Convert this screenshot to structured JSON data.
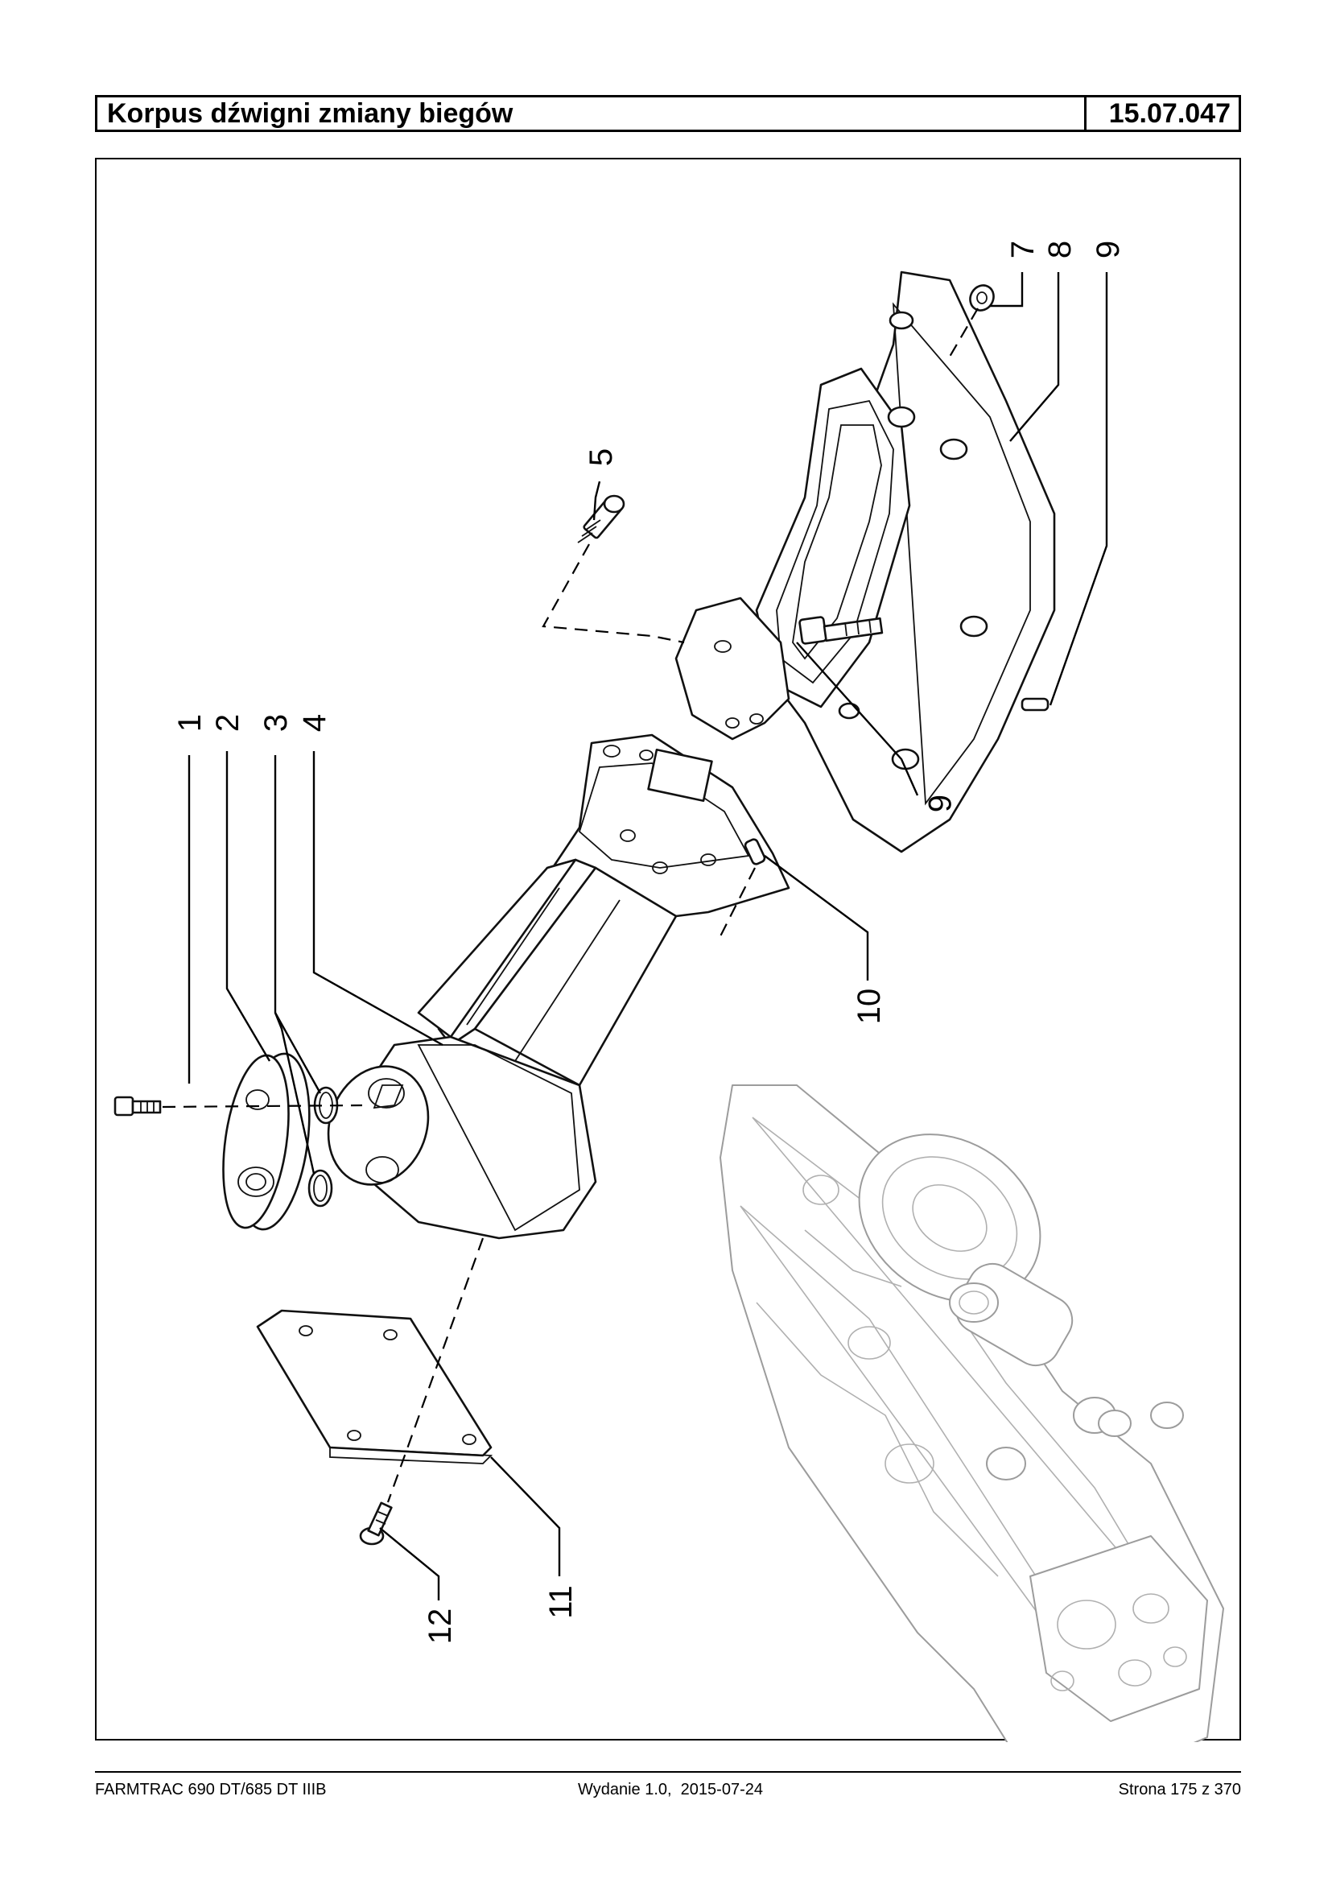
{
  "header": {
    "title": "Korpus dźwigni zmiany biegów",
    "code": "15.07.047"
  },
  "diagram": {
    "callouts": [
      {
        "id": "c1",
        "label": "1"
      },
      {
        "id": "c2",
        "label": "2"
      },
      {
        "id": "c3",
        "label": "3"
      },
      {
        "id": "c4",
        "label": "4"
      },
      {
        "id": "c5",
        "label": "5"
      },
      {
        "id": "c6",
        "label": "6"
      },
      {
        "id": "c7",
        "label": "7"
      },
      {
        "id": "c8",
        "label": "8"
      },
      {
        "id": "c9",
        "label": "9"
      },
      {
        "id": "c10",
        "label": "10"
      },
      {
        "id": "c11",
        "label": "11"
      },
      {
        "id": "c12",
        "label": "12"
      }
    ]
  },
  "footer": {
    "model": "FARMTRAC 690 DT/685 DT IIIB",
    "edition": "Wydanie 1.0,  2015-07-24",
    "page": "Strona 175 z 370"
  }
}
